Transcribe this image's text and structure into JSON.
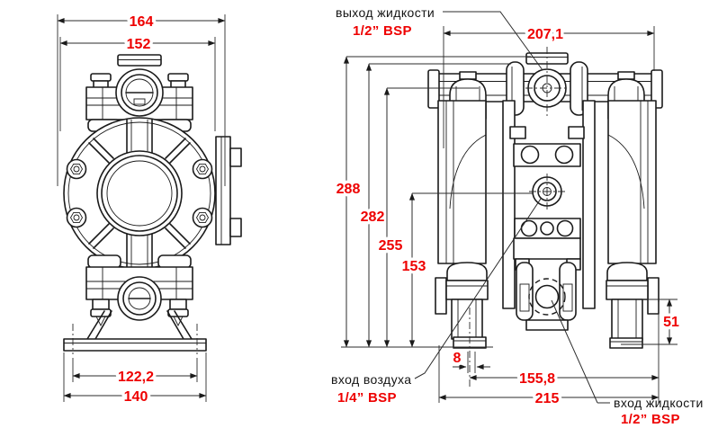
{
  "drawing_title": "diaphragm pump dimensional drawing",
  "colors": {
    "dimension_text": "#ee0000",
    "line": "#1b1b1b"
  },
  "front_view": {
    "dim_width_overall": "164",
    "dim_width_flange": "152",
    "dim_base_hole_spacing": "122,2",
    "dim_base_width": "140"
  },
  "side_view": {
    "dim_depth_top": "207,1",
    "dim_height_overall": "288",
    "dim_height_outlet": "282",
    "dim_height_clamp": "255",
    "dim_height_air_inlet": "153",
    "dim_foot_offset": "8",
    "dim_inlet_offset": "155,8",
    "dim_depth_overall": "215",
    "dim_inlet_port_height": "51"
  },
  "ports": {
    "liquid_outlet_label": "выход жидкости",
    "liquid_outlet_size": "1/2” BSP",
    "air_inlet_label": "вход воздуха",
    "air_inlet_size": "1/4” BSP",
    "liquid_inlet_label": "вход жидкости",
    "liquid_inlet_size": "1/2” BSP"
  }
}
